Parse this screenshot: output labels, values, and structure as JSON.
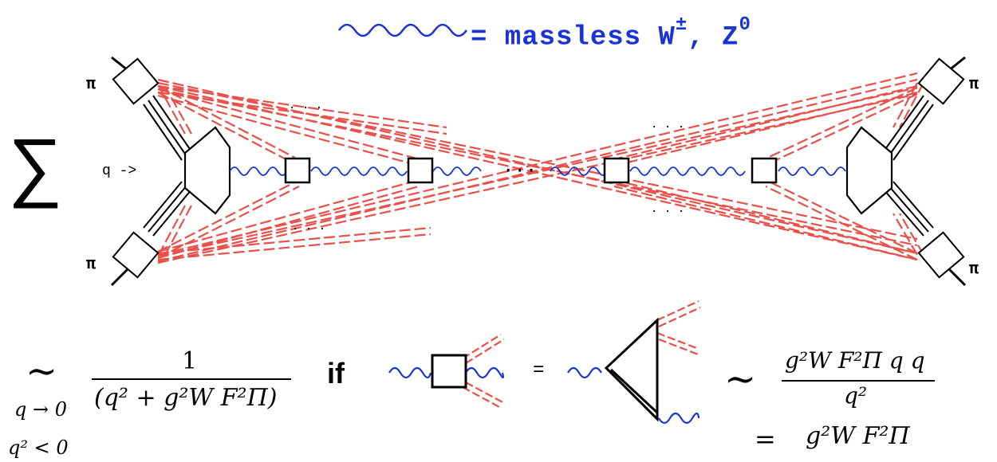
{
  "legend": {
    "text": "= massless W",
    "sup": "±",
    "suffix": ", Z",
    "suffix_sup": "0"
  },
  "labels": {
    "pi_top_left": "π",
    "pi_bottom_left": "π",
    "pi_top_right": "π",
    "pi_bottom_right": "π",
    "q_arrow": "q ->",
    "sum_symbol": "∑",
    "ellipsis_middle": "···",
    "ellipsis_fan_1": "· · ·",
    "ellipsis_fan_2": "· · ·",
    "ellipsis_fan_3": "· · ·",
    "ellipsis_fan_4": "· · ·"
  },
  "formula_left": {
    "tilde": "∼",
    "limit_1": "q → 0",
    "limit_2": "q² < 0",
    "numerator": "1",
    "denominator": "(q² + g²W  F²Π)"
  },
  "if_label": "if",
  "equals_small": "=",
  "formula_right": {
    "tilde": "∼",
    "numerator": "g²W  F²Π  q  q",
    "denominator": "q²",
    "equals": "=",
    "result": "g²W  F²Π"
  },
  "colors": {
    "wavy_line": "#1a33d6",
    "dashed_double_line": "#e8504a",
    "ink": "#000000"
  },
  "icons": [
    "wavy-line-icon",
    "vertex-box-icon",
    "hexagon-blob-icon",
    "triangle-loop-icon"
  ]
}
